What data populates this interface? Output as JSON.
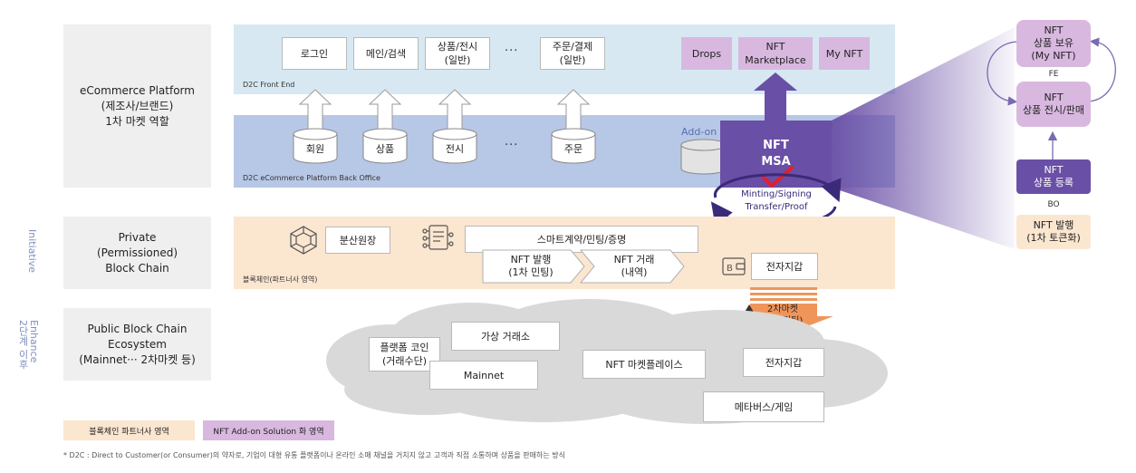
{
  "left_labels": {
    "ecommerce": "eCommerce Platform\n(제조사/브랜드)\n1차 마켓 역할",
    "private": "Private\n(Permissioned)\nBlock Chain",
    "public": "Public Block Chain\nEcosystem\n(Mainnet··· 2차마켓 등)"
  },
  "side_labels": {
    "initiative": "Initiative",
    "enhance": "Enhance",
    "stage2": "2단계 이후"
  },
  "frontend": {
    "tag": "D2C Front End",
    "items": [
      "로그인",
      "메인/검색",
      "상품/전시\n(일반)",
      "주문/결제\n(일반)"
    ],
    "dots": "···",
    "nft_items": [
      "Drops",
      "NFT\nMarketplace",
      "My NFT"
    ]
  },
  "backoffice": {
    "tag": "D2C eCommerce Platform Back Office",
    "dbs": [
      "회원",
      "상품",
      "전시",
      "주문"
    ],
    "dots": "···",
    "addon": "Add-on",
    "msa": "NFT\nMSA"
  },
  "cycle": {
    "label": "Minting/Signing\nTransfer/Proof"
  },
  "blockchain": {
    "tag": "블록체인(파트너사 영역)",
    "ledger": "분산원장",
    "contract": "스마트계약/민팅/증명",
    "issue": "NFT 발행\n(1차 민팅)",
    "trade": "NFT 거래\n(내역)",
    "wallet": "전자지갑"
  },
  "secondary": {
    "label": "2차마켓\n연결(민팅)"
  },
  "public_chain": {
    "coin": "플랫폼 코인\n(거래수단)",
    "exchange": "가상 거래소",
    "mainnet": "Mainnet",
    "marketplace": "NFT 마켓플레이스",
    "wallet": "전자지갑",
    "metaverse": "메타버스/게임"
  },
  "right_panel": {
    "hold": "NFT\n상품 보유\n(My NFT)",
    "fe": "FE",
    "display": "NFT\n상품 전시/판매",
    "register": "NFT\n상품 등록",
    "bo": "BO",
    "issue": "NFT 발행\n(1차 토큰화)"
  },
  "legend": {
    "partner": "블록체인 파트너사 영역",
    "addon": "NFT Add-on Solution 화 영역"
  },
  "footnote": "* D2C : Direct to Customer(or Consumer)의 약자로, 기업이 대형 유통 플랫폼이나 온라인 소매 채널을 거치지 않고 고객과 직접 소통하며 상품을 판매하는 방식",
  "colors": {
    "frontend_bg": "#d7e8f2",
    "backoffice_bg": "#b7c7e6",
    "blockchain_bg": "#fbe6d0",
    "label_bg": "#efefef",
    "nft_purple": "#6a4fa6",
    "light_purple": "#d9b8e0",
    "orange_arrow": "#f0955a",
    "cloud": "#d9d9d9"
  }
}
